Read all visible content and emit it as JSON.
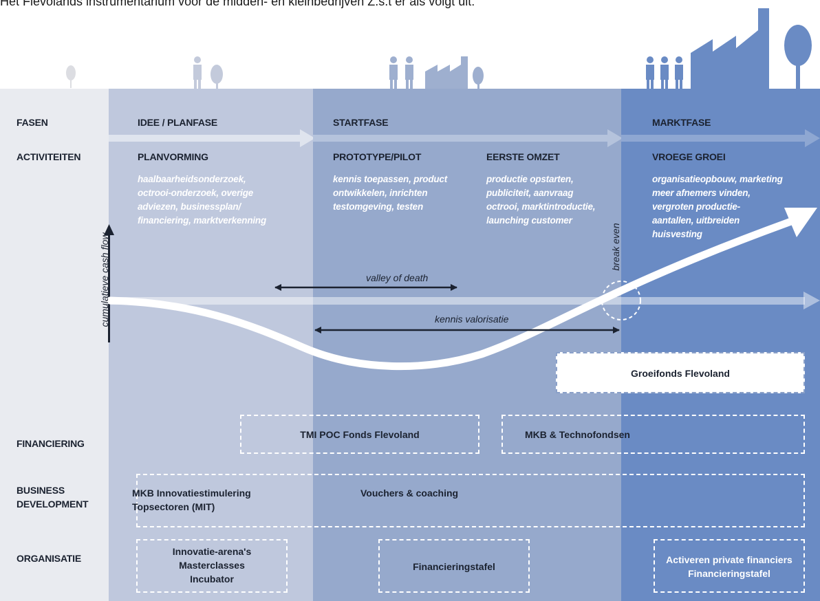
{
  "caption": "Het Flevolands instrumentarium voor de midden- en kleinbedrijven Z.s.t er als volgt uit:",
  "rows": {
    "fasen": "FASEN",
    "activiteiten": "ACTIVITEITEN",
    "financiering": "FINANCIERING",
    "business_line1": "BUSINESS",
    "business_line2": "DEVELOPMENT",
    "organisatie": "ORGANISATIE"
  },
  "phases": {
    "idee": "IDEE / PLANFASE",
    "start": "STARTFASE",
    "markt": "MARKTFASE"
  },
  "activities": [
    {
      "title": "PLANVORMING",
      "lines": [
        "haalbaarheidsonderzoek,",
        "octrooi-onderzoek, overige",
        "adviezen, businessplan/",
        "financiering, marktverkenning"
      ]
    },
    {
      "title": "PROTOTYPE/PILOT",
      "lines": [
        "kennis toepassen, product",
        "ontwikkelen, inrichten",
        "testomgeving, testen"
      ]
    },
    {
      "title": "EERSTE OMZET",
      "lines": [
        "productie opstarten,",
        "publiciteit, aanvraag",
        "octrooi, marktintroductie,",
        "launching customer"
      ]
    },
    {
      "title": "VROEGE GROEI",
      "lines": [
        "organisatieopbouw, marketing",
        "meer afnemers vinden,",
        "vergroten productie-",
        "aantallen, uitbreiden",
        "huisvesting"
      ]
    }
  ],
  "axis_label": "cumulatieve cash flow",
  "valley_of_death": "valley of death",
  "kennis_valorisatie": "kennis valorisatie",
  "break_even": "break even",
  "financing": {
    "groeifonds": "Groeifonds Flevoland",
    "tmi": "TMI POC Fonds Flevoland",
    "mkb_techno": "MKB & Technofondsen"
  },
  "business": {
    "mit_line1": "MKB Innovatiestimulering",
    "mit_line2": "Topsectoren (MIT)",
    "vouchers": "Vouchers & coaching"
  },
  "organisation": {
    "arena_lines": [
      "Innovatie-arena's",
      "Masterclasses",
      "Incubator"
    ],
    "tafel": "Financieringstafel",
    "private_lines": [
      "Activeren private financiers",
      "Financieringstafel"
    ]
  },
  "colors": {
    "label_col": "#e9ebf0",
    "idee_col": "#bfc8dd",
    "start_col": "#96a9cc",
    "markt_col": "#6a8bc4",
    "text_dark": "#1b2230"
  }
}
